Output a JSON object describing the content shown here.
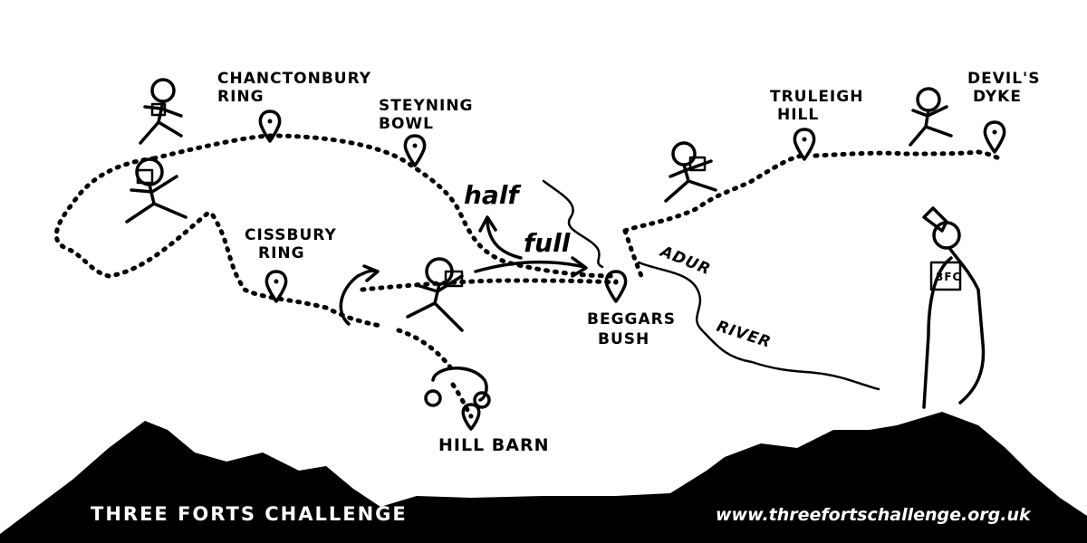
{
  "locations": {
    "chanctonbury": "CHANCTONBURY\nRING",
    "steyning": "STEYNING\nBOWL",
    "cissbury": "CISSBURY\nRING",
    "hill_barn": "HILL BARN",
    "beggars_bush": "BEGGARS\nBUSH",
    "truleigh": "TRULEIGH\nHILL",
    "devils_dyke": "DEVIL'S\nDYKE"
  },
  "route_labels": {
    "half": "half",
    "full": "full"
  },
  "river": {
    "word1": "ADUR",
    "word2": "RIVER"
  },
  "badge": "3FC",
  "footer": {
    "title": "THREE FORTS CHALLENGE",
    "url": "www.threefortschallenge.org.uk"
  }
}
